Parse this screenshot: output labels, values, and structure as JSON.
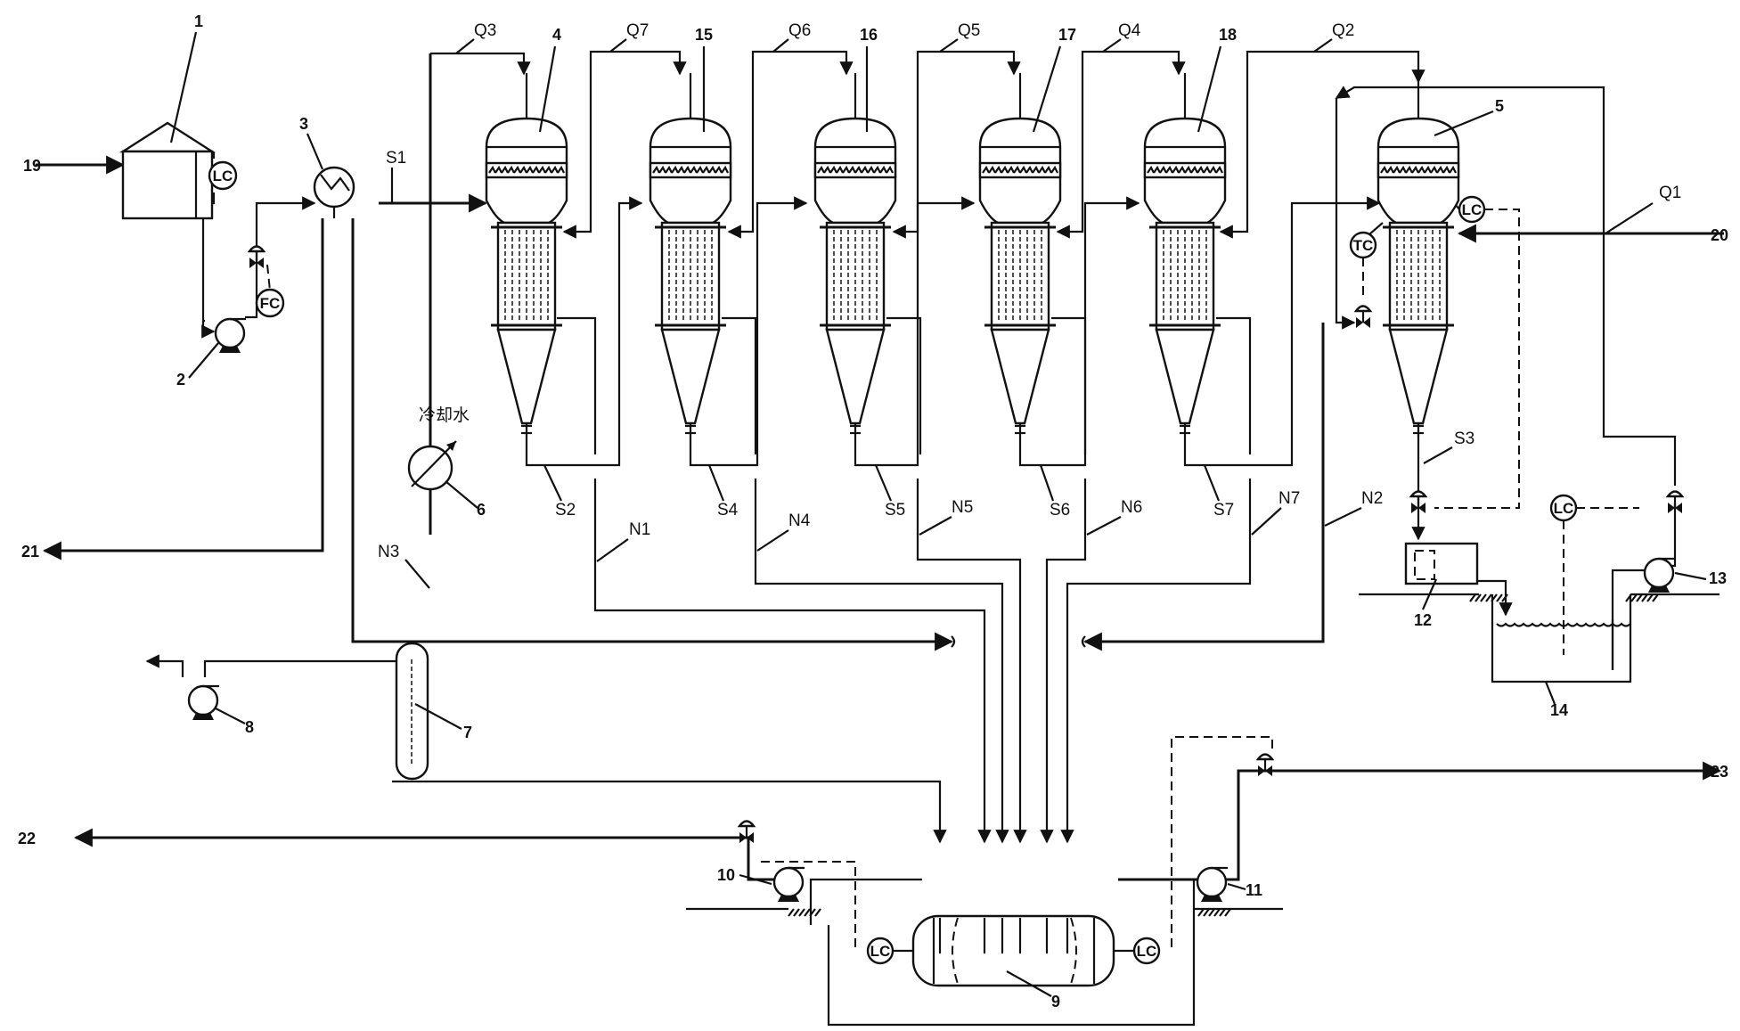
{
  "stream_labels": {
    "q3": "Q3",
    "q7": "Q7",
    "q6": "Q6",
    "q5": "Q5",
    "q4": "Q4",
    "q2": "Q2",
    "q1": "Q1",
    "s1": "S1",
    "s2": "S2",
    "s4": "S4",
    "s5": "S5",
    "s6": "S6",
    "s7": "S7",
    "s3": "S3",
    "n1": "N1",
    "n4": "N4",
    "n5": "N5",
    "n6": "N6",
    "n7": "N7",
    "n2": "N2",
    "n3": "N3"
  },
  "equipment_numbers": {
    "e1": "1",
    "e2": "2",
    "e3": "3",
    "e4": "4",
    "e5": "5",
    "e6": "6",
    "e7": "7",
    "e8": "8",
    "e9": "9",
    "e10": "10",
    "e11": "11",
    "e12": "12",
    "e13": "13",
    "e14": "14",
    "e15": "15",
    "e16": "16",
    "e17": "17",
    "e18": "18"
  },
  "terminals": {
    "t19": "19",
    "t20": "20",
    "t21": "21",
    "t22": "22",
    "t23": "23"
  },
  "instruments": {
    "lc": "LC",
    "fc": "FC",
    "tc": "TC"
  },
  "cooling_water": "冷却水"
}
